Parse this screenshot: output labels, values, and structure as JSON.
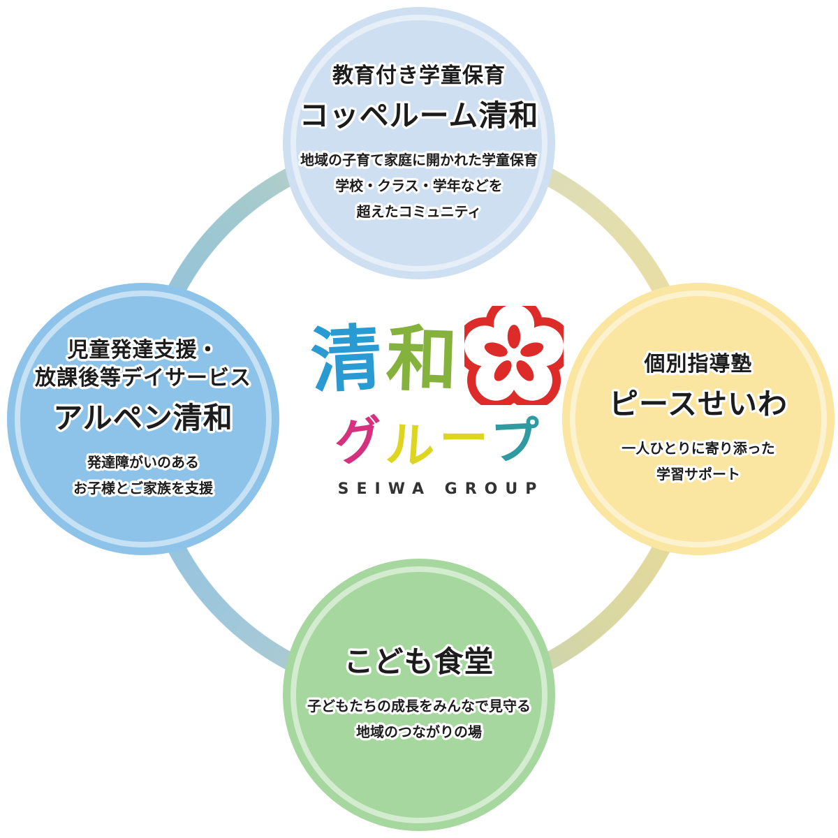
{
  "diagram_title": "Seiwa Group services diagram",
  "logo": {
    "kanji1": "清",
    "kanji2": "和",
    "kana1": "グ",
    "kana2": "ル",
    "kana3": "ー",
    "kana4": "プ",
    "subtitle": "SEIWA GROUP",
    "colors": {
      "kanji1": "#2a9ad2",
      "kanji2": "#84b23c",
      "kana1": "#d6317f",
      "kana2": "#ddd51f",
      "kana3": "#ddd51f",
      "kana4": "#2f9aa0",
      "flower": "#dc2b28",
      "subtitle": "#333333"
    }
  },
  "circles": {
    "top": {
      "category": "教育付き学童保育",
      "name": "コッペルーム清和",
      "desc1": "地域の子育て家庭に開かれた学童保育",
      "desc2": "学校・クラス・学年などを",
      "desc3": "超えたコミュニティ",
      "fill": "#cddff0"
    },
    "left": {
      "category1": "児童発達支援・",
      "category2": "放課後等デイサービス",
      "name": "アルペン清和",
      "desc1": "発達障がいのある",
      "desc2": "お子様とご家族を支援",
      "fill": "#8dc3e8"
    },
    "right": {
      "category": "個別指導塾",
      "name": "ピースせいわ",
      "desc1": "一人ひとりに寄り添った",
      "desc2": "学習サポート",
      "fill": "#fae5a1"
    },
    "bottom": {
      "name": "こども食堂",
      "desc1": "子どもたちの成長をみんなで見守る",
      "desc2": "地域のつながりの場",
      "fill": "#a6d79e"
    }
  },
  "ring_colors": {
    "left_blue": "#88bee2",
    "top_left_teal": "#a0c8cf",
    "top_right_khaki": "#e2deb0",
    "right_yellow": "#f1dc94",
    "bottom_right_khaki": "#d8d7a3",
    "bottom_left_blue": "#a2c8da"
  },
  "text_color": "#1c1c1c",
  "text_outline_color": "#ffffff"
}
